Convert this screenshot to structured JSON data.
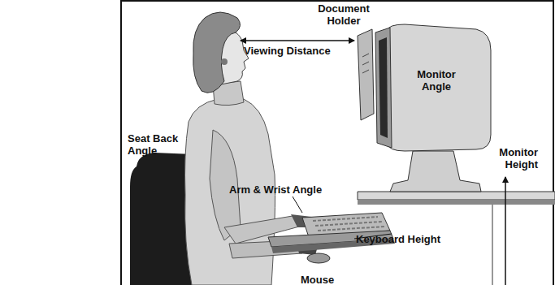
{
  "diagram": {
    "nodes": [
      {
        "text": [
          "Monitor Angle"
        ]
      }
    ],
    "labels": [
      "Document Holder",
      "Viewing Distance",
      "Seat Back Angle",
      "Monitor Height",
      "Arm & Wrist Angle",
      "Keyboard Height",
      "Mouse"
    ]
  }
}
